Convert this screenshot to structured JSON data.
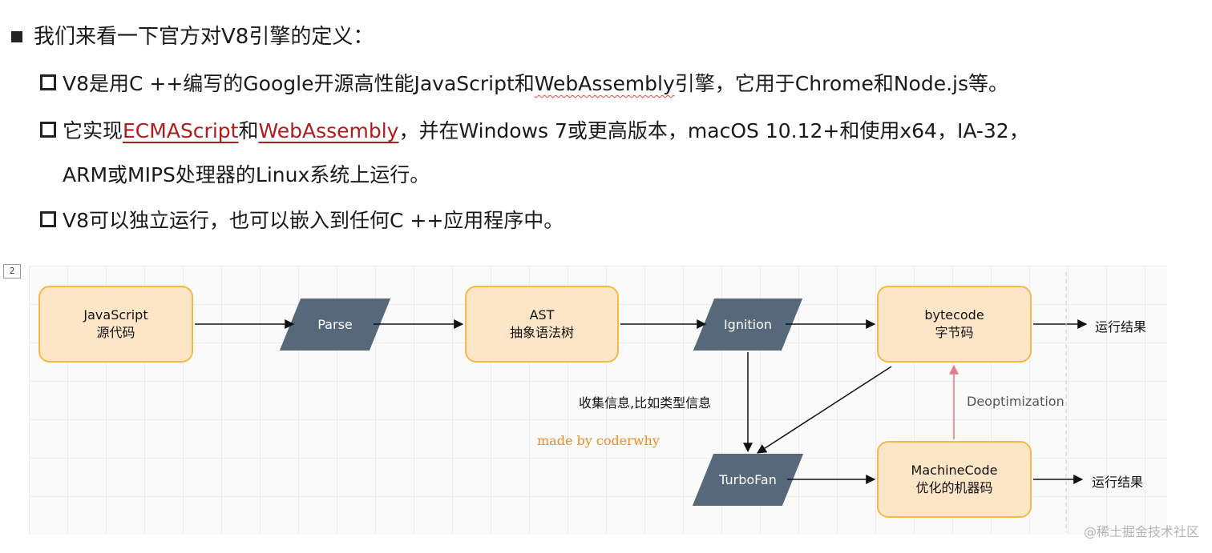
{
  "heading": "我们来看一下官方对V8引擎的定义：",
  "bullets": {
    "b1": {
      "part1": "V8是用C ++编写的Google开源高性能JavaScript和",
      "link": "WebAssembly",
      "part2": "引擎，它用于Chrome和Node.js等。"
    },
    "b2": {
      "part1": "它实现",
      "link1": "ECMAScript",
      "part2": "和",
      "link2": "WebAssembly",
      "part3": "，并在Windows 7或更高版本，macOS 10.12+和使用x64，IA-32，",
      "cont": "ARM或MIPS处理器的Linux系统上运行。"
    },
    "b3": "V8可以独立运行，也可以嵌入到任何C ++应用程序中。"
  },
  "slide_number": "2",
  "diagram": {
    "nodes": {
      "js_source": {
        "line1": "JavaScript",
        "line2": "源代码"
      },
      "parse": "Parse",
      "ast": {
        "line1": "AST",
        "line2": "抽象语法树"
      },
      "ignition": "Ignition",
      "bytecode": {
        "line1": "bytecode",
        "line2": "字节码"
      },
      "turbofan": "TurboFan",
      "machinecode": {
        "line1": "MachineCode",
        "line2": "优化的机器码"
      }
    },
    "labels": {
      "result_top": "运行结果",
      "result_bottom": "运行结果",
      "collect_info": "收集信息,比如类型信息",
      "deopt": "Deoptimization",
      "credit": "made by coderwhy"
    }
  },
  "site_watermark": "@稀土掘金技术社区",
  "colors": {
    "node_fill": "#fde6c7",
    "node_border": "#f3b949",
    "process_fill": "#56687a",
    "deopt_arrow": "#e8798a",
    "link_red": "#b01c1c",
    "credit": "#f08a2a"
  }
}
